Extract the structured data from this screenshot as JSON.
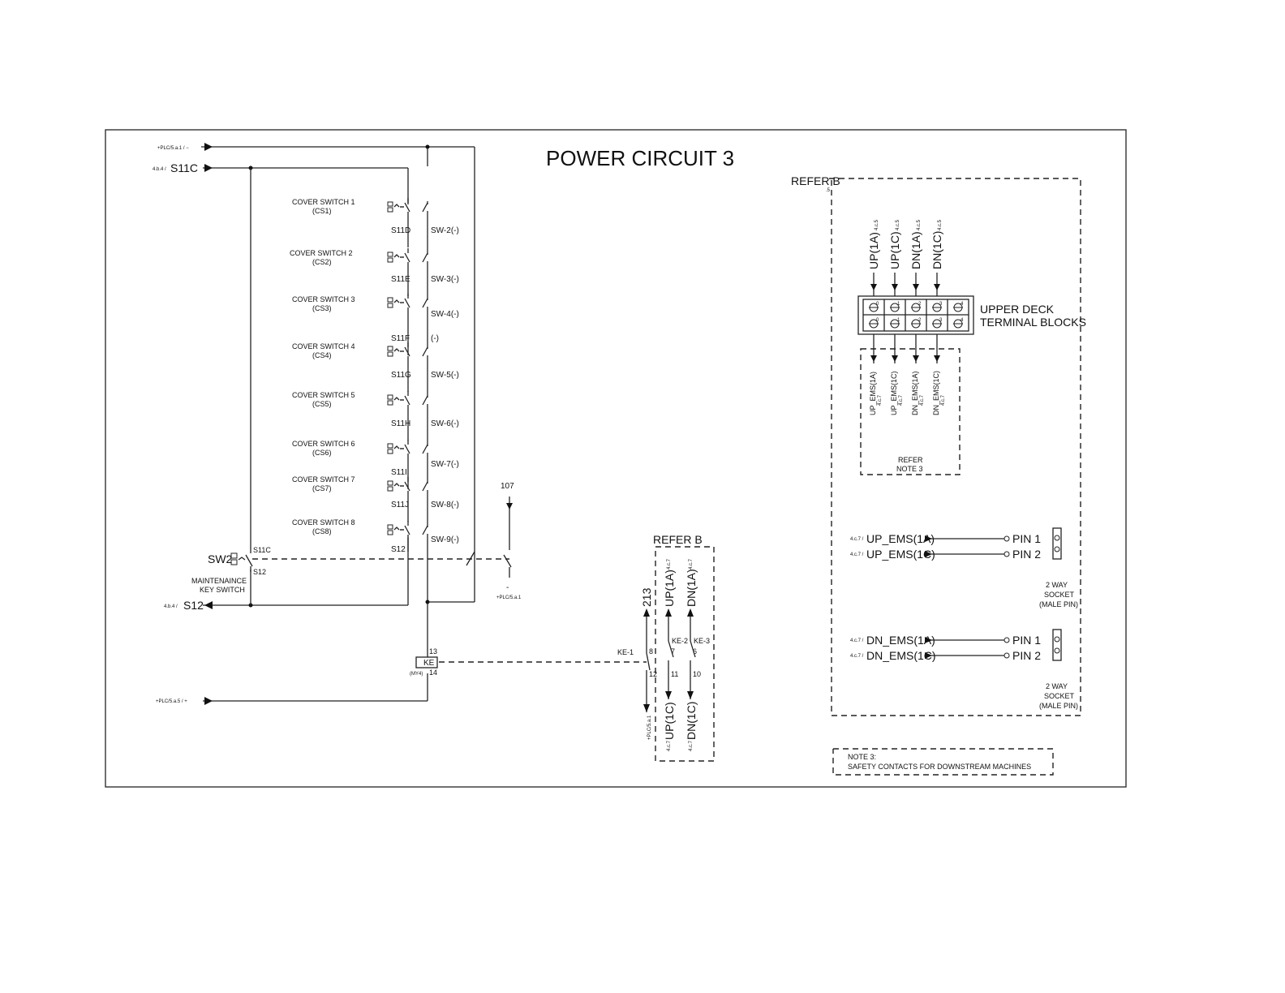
{
  "title": "POWER CIRCUIT 3",
  "top_refs": {
    "plc_minus": "+PLC/5.a.1 / −",
    "s11c_ref": "4.b.4 /",
    "s11c": "S11C",
    "s12_ref": "4.b.4 /",
    "s12": "S12",
    "plc_plus": "+PLC/5.a.5 / +"
  },
  "cover_switches": [
    {
      "name": "COVER SWITCH 1",
      "code": "(CS1)",
      "wire": "S11D",
      "sw": "SW-2(-)"
    },
    {
      "name": "COVER SWITCH 2",
      "code": "(CS2)",
      "wire": "S11E",
      "sw": "SW-3(-)"
    },
    {
      "name": "COVER SWITCH 3",
      "code": "(CS3)",
      "wire": "S11F",
      "sw": "SW-4(-)"
    },
    {
      "name": "COVER SWITCH 4",
      "code": "(CS4)",
      "wire": "S11G",
      "sw": "(-)"
    },
    {
      "name": "COVER SWITCH 5",
      "code": "(CS5)",
      "wire": "S11H",
      "sw": "SW-5(-)"
    },
    {
      "name": "COVER SWITCH 6",
      "code": "(CS6)",
      "wire": "S11I",
      "sw": "SW-6(-)"
    },
    {
      "name": "COVER SWITCH 7",
      "code": "(CS7)",
      "wire": "S11J",
      "sw": "SW-7(-)"
    },
    {
      "name": "COVER SWITCH 8",
      "code": "(CS8)",
      "wire": "S12",
      "sw": "SW-8(-)"
    }
  ],
  "sw9": "SW-9(-)",
  "key_switch": {
    "tag": "SW2",
    "in": "S11C",
    "out": "S12",
    "label1": "MAINTENAINCE",
    "label2": "KEY SWITCH"
  },
  "wire_107": "107",
  "plc_dash": "-",
  "plc_ref_107": "+PLC/5.a.1",
  "relay": {
    "tag": "KE",
    "model": "(MY4)",
    "pin_top": "13",
    "pin_bottom": "14"
  },
  "refer_b_center": {
    "title": "REFER B",
    "wire_213": "213",
    "up1a": "UP(1A)",
    "dn1a": "DN(1A)",
    "ref_up1a": "4.c.7",
    "ref_dn1a": "4.c.7",
    "ke1": "KE-1",
    "ke2": "KE-2",
    "ke3": "KE-3",
    "pin8": "8",
    "pin7": "7",
    "pin6": "6",
    "pin12": "12",
    "pin11": "11",
    "pin10": "10",
    "plc_out": "+PLC/5.a.1",
    "up1c": "UP(1C)",
    "dn1c": "DN(1C)",
    "ref_up1c": "4.c.7",
    "ref_dn1c": "4.c.7"
  },
  "refer_b_right": {
    "title": "REFER B",
    "sheet_mark": ".5",
    "inputs": [
      "UP(1A)",
      "UP(1C)",
      "DN(1A)",
      "DN(1C)"
    ],
    "input_ref": "4.c.5",
    "terminal_top": [
      "0",
      "1",
      "2",
      "3",
      "4"
    ],
    "terminal_bottom": [
      "0",
      "1",
      "2",
      "3",
      "4"
    ],
    "terminal_label1": "UPPER DECK",
    "terminal_label2": "TERMINAL BLOCKS",
    "outputs": [
      "UP_EMS(1A)",
      "UP_EMS(1C)",
      "DN_EMS(1A)",
      "DN_EMS(1C)"
    ],
    "output_ref": "4.c.7",
    "note_box1": "REFER",
    "note_box2": "NOTE 3",
    "socket_ref": "4.c.7 /",
    "socket_up": [
      "UP_EMS(1A)",
      "UP_EMS(1C)"
    ],
    "socket_dn": [
      "DN_EMS(1A)",
      "DN_EMS(1C)"
    ],
    "pin1": "PIN 1",
    "pin2": "PIN 2",
    "socket_label1": "2 WAY",
    "socket_label2": "SOCKET",
    "socket_label3": "(MALE PIN)"
  },
  "note3": {
    "title": "NOTE 3:",
    "text": "SAFETY CONTACTS FOR DOWNSTREAM MACHINES"
  }
}
